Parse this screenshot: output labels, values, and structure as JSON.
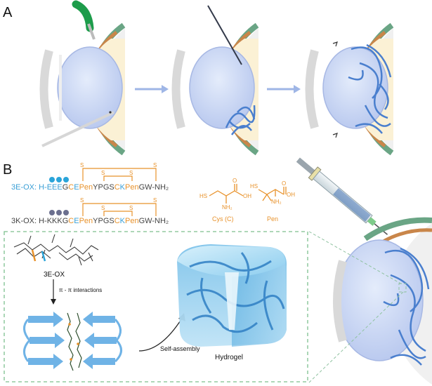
{
  "panels": {
    "a_label": "A",
    "b_label": "B"
  },
  "peptides": {
    "e": {
      "name": "3E-OX:",
      "prefix": "H-",
      "residues": "EEE",
      "g1": "G",
      "c1": "C",
      "e2": "E",
      "pen1": "Pen",
      "middle": "YPGS",
      "c2": "C",
      "k": "K",
      "pen2": "Pen",
      "suffix": "GW-NH₂"
    },
    "k": {
      "name": "3K-OX:",
      "prefix": "H-",
      "residues": "KKK",
      "g1": "G",
      "c1": "C",
      "e2": "E",
      "pen1": "Pen",
      "middle": "YPGS",
      "c2": "C",
      "k": "K",
      "pen2": "Pen",
      "suffix": "GW-NH₂"
    },
    "bond_label": "S"
  },
  "molecules": {
    "cys_label": "Cys (C)",
    "pen_label": "Pen",
    "sh": "HS",
    "oh": "OH",
    "nh2": "NH₂",
    "o": "O"
  },
  "assembly": {
    "molecule_label": "3E-OX",
    "interaction_label": "π - π interactions",
    "self_assembly_label": "Self-assembly",
    "hydrogel_label": "Hydrogel"
  },
  "colors": {
    "blue_text": "#3a9fd6",
    "orange": "#e8922b",
    "gray_text": "#444444",
    "green_dash": "#7dbf8e"
  }
}
